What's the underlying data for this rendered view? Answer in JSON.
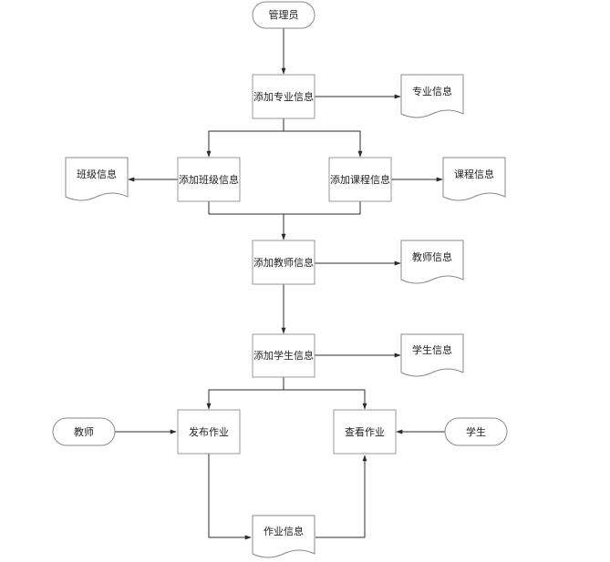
{
  "diagram": {
    "nodes": {
      "admin": "管理员",
      "add_major": "添加专业信息",
      "major_info": "专业信息",
      "add_class": "添加班级信息",
      "class_info": "班级信息",
      "add_course": "添加课程信息",
      "course_info": "课程信息",
      "add_teacher": "添加教师信息",
      "teacher_info": "教师信息",
      "add_student": "添加学生信息",
      "student_info": "学生信息",
      "publish_homework": "发布作业",
      "view_homework": "查看作业",
      "teacher": "教师",
      "student": "学生",
      "homework_info": "作业信息"
    }
  }
}
